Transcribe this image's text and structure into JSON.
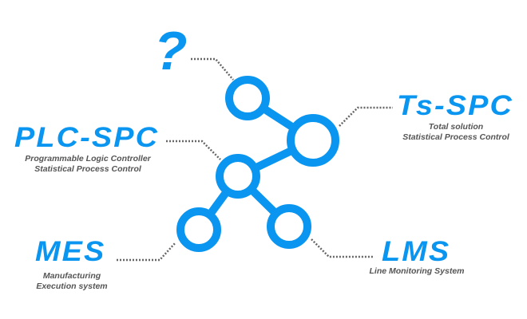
{
  "accent_color": "#0a96f0",
  "text_color": "#555555",
  "question": {
    "symbol": "?"
  },
  "ts_spc": {
    "title": "Ts-SPC",
    "lines": [
      "Total solution",
      "Statistical Process Control"
    ]
  },
  "plc_spc": {
    "title": "PLC-SPC",
    "lines": [
      "Programmable Logic Controller",
      "Statistical Process Control"
    ]
  },
  "mes": {
    "title": "MES",
    "lines": [
      "Manufacturing",
      "Execution system"
    ]
  },
  "lms": {
    "title": "LMS",
    "lines": [
      "Line Monitoring System"
    ]
  }
}
